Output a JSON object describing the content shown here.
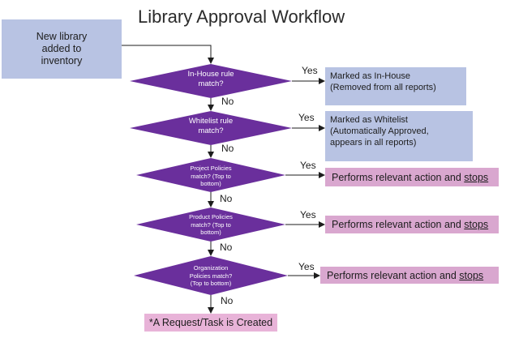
{
  "title": "Library Approval Workflow",
  "start": {
    "label": "New library added to inventory"
  },
  "decisions": [
    {
      "label": "In-House rule match?"
    },
    {
      "label": "Whitelist rule match?"
    },
    {
      "label": "Project Policies match? (Top to bottom)"
    },
    {
      "label": "Product Policies match? (Top to bottom)"
    },
    {
      "label": "Organization Policies match? (Top to bottom)"
    }
  ],
  "branch_labels": {
    "yes": "Yes",
    "no": "No"
  },
  "outcomes": [
    {
      "line1": "Marked as In-House",
      "line2": "(Removed from all reports)"
    },
    {
      "line1": "Marked as Whitelist",
      "line2": "(Automatically Approved,",
      "line3": "appears in all reports)"
    },
    {
      "text": "Performs relevant action and ",
      "emph": "stops"
    },
    {
      "text": "Performs relevant action and ",
      "emph": "stops"
    },
    {
      "text": "Performs relevant action and ",
      "emph": "stops"
    }
  ],
  "final": {
    "label": "*A Request/Task is Created"
  },
  "colors": {
    "decision": "#6a2f9c",
    "start_box": "#b8c3e3",
    "info_box": "#b8c3e3",
    "action_box": "#d9a7cf",
    "final_box": "#e8b3d8",
    "arrow": "#1d1d1d"
  }
}
